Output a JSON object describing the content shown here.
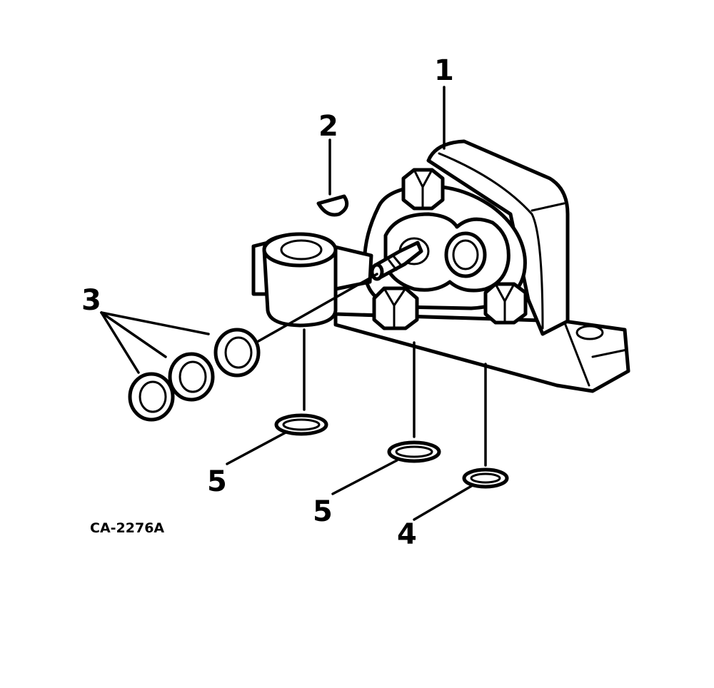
{
  "callouts": {
    "part_1": "1",
    "part_2": "2",
    "part_3": "3",
    "part_4": "4",
    "part_5a": "5",
    "part_5b": "5"
  },
  "drawing_code": "CA-2276A"
}
